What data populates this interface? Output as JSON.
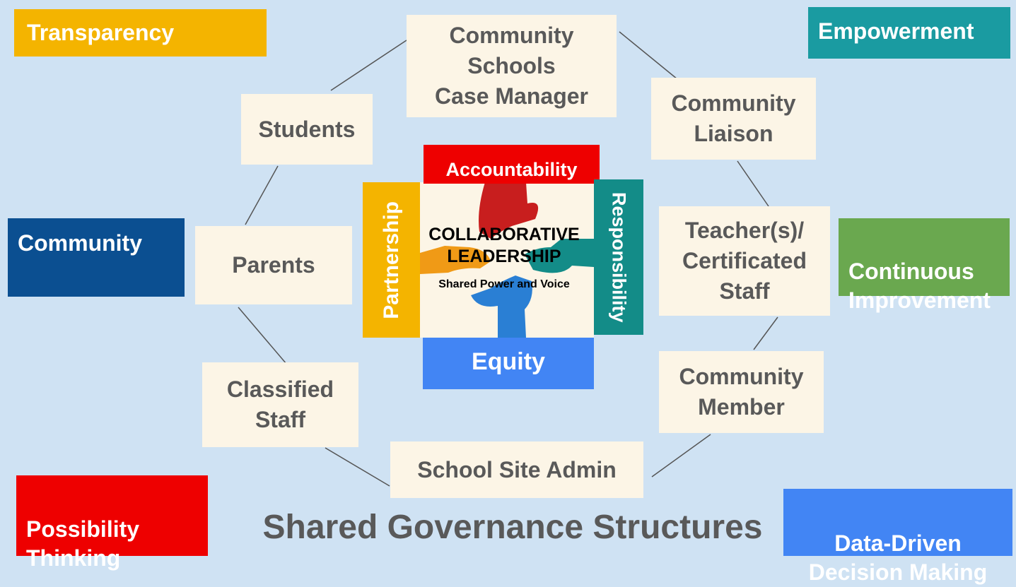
{
  "title": "Shared Governance Structures",
  "values": {
    "transparency": "Transparency",
    "empowerment": "Empowerment",
    "community": "Community",
    "continuous_improvement": "Continuous\nImprovement",
    "possibility_thinking": "Possibility\nThinking",
    "data_driven": "Data-Driven\nDecision Making"
  },
  "nodes": {
    "case_manager": "Community\nSchools\nCase Manager",
    "community_liaison": "Community\nLiaison",
    "teachers": "Teacher(s)/\nCertificated\nStaff",
    "community_member": "Community\nMember",
    "site_admin": "School Site Admin",
    "classified_staff": "Classified\nStaff",
    "parents": "Parents",
    "students": "Students"
  },
  "center": {
    "top": "Accountability",
    "bottom": "Equity",
    "left": "Partnership",
    "right": "Responsibility",
    "heading": "COLLABORATIVE\nLEADERSHIP",
    "subheading": "Shared Power and Voice"
  },
  "colors": {
    "background": "#cfe2f3",
    "node_fill": "#fcf5e6",
    "node_text": "#595959",
    "transparency": "#f4b400",
    "empowerment": "#1a9ba1",
    "community": "#0b4f91",
    "continuous_improvement": "#6aa84f",
    "possibility_thinking": "#ee0000",
    "data_driven": "#4285f4",
    "accountability": "#ee0000",
    "equity": "#4285f4",
    "partnership": "#f4b400",
    "responsibility": "#138c88"
  }
}
